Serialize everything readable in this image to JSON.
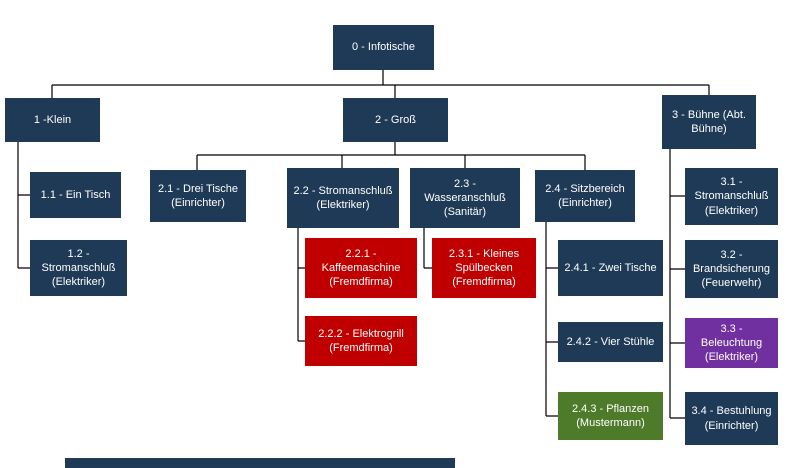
{
  "palette": {
    "navy": "#1e3a56",
    "red": "#c00000",
    "green": "#4e7b2a",
    "purple": "#7030a0",
    "connector_line": "#000000",
    "text": "#ffffff",
    "background": "#ffffff"
  },
  "diagram_type": "work-breakdown-structure-org-chart",
  "nodes": {
    "n0": {
      "label": "0 - Infotische",
      "color": "navy"
    },
    "n1": {
      "label": "1 -Klein",
      "color": "navy"
    },
    "n1_1": {
      "label": "1.1 - Ein Tisch",
      "color": "navy"
    },
    "n1_2": {
      "label": "1.2 - Stromanschluß (Elektriker)",
      "color": "navy"
    },
    "n2": {
      "label": "2 - Groß",
      "color": "navy"
    },
    "n2_1": {
      "label": "2.1 - Drei Tische (Einrichter)",
      "color": "navy"
    },
    "n2_2": {
      "label": "2.2 - Stromanschluß (Elektriker)",
      "color": "navy"
    },
    "n2_2_1": {
      "label": "2.2.1 - Kaffeemaschine (Fremdfirma)",
      "color": "red"
    },
    "n2_2_2": {
      "label": "2.2.2 - Elektrogrill (Fremdfirma)",
      "color": "red"
    },
    "n2_3": {
      "label": "2.3 - Wasseranschluß (Sanitär)",
      "color": "navy"
    },
    "n2_3_1": {
      "label": "2.3.1 - Kleines Spülbecken (Fremdfirma)",
      "color": "red"
    },
    "n2_4": {
      "label": "2.4 - Sitzbereich (Einrichter)",
      "color": "navy"
    },
    "n2_4_1": {
      "label": "2.4.1 - Zwei Tische",
      "color": "navy"
    },
    "n2_4_2": {
      "label": "2.4.2 - Vier Stühle",
      "color": "navy"
    },
    "n2_4_3": {
      "label": "2.4.3 - Pflanzen (Mustermann)",
      "color": "green"
    },
    "n3": {
      "label": "3 - Bühne (Abt. Bühne)",
      "color": "navy"
    },
    "n3_1": {
      "label": "3.1 - Stromanschluß (Elektriker)",
      "color": "navy"
    },
    "n3_2": {
      "label": "3.2 - Brandsicherung (Feuerwehr)",
      "color": "navy"
    },
    "n3_3": {
      "label": "3.3 - Beleuchtung (Elektriker)",
      "color": "purple"
    },
    "n3_4": {
      "label": "3.4 - Bestuhlung (Einrichter)",
      "color": "navy"
    }
  }
}
